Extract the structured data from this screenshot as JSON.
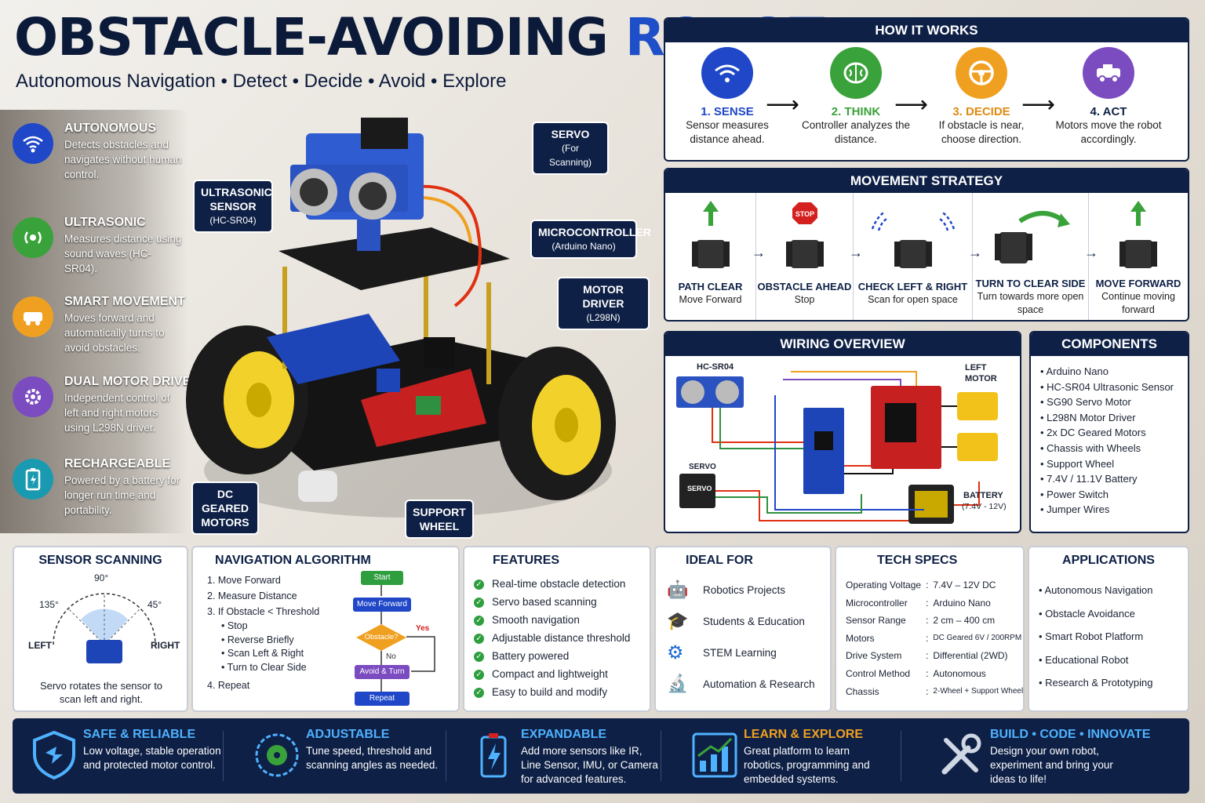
{
  "header": {
    "title_a": "OBSTACLE-AVOIDING ",
    "title_b": "ROBOT",
    "subtitle": "Autonomous Navigation • Detect • Decide • Avoid • Explore"
  },
  "features": [
    {
      "icon": "wifi-icon",
      "color": "#1f47c8",
      "title": "AUTONOMOUS",
      "desc": "Detects obstacles and navigates without human control."
    },
    {
      "icon": "ultrasonic-icon",
      "color": "#3aa23a",
      "title": "ULTRASONIC",
      "desc": "Measures distance using sound waves (HC-SR04)."
    },
    {
      "icon": "car-icon",
      "color": "#f0a020",
      "title": "SMART MOVEMENT",
      "desc": "Moves forward and automatically turns to avoid obstacles."
    },
    {
      "icon": "gears-icon",
      "color": "#7b4bc0",
      "title": "DUAL MOTOR DRIVE",
      "desc": "Independent control of left and right motors using L298N driver."
    },
    {
      "icon": "battery-icon",
      "color": "#1a9ab0",
      "title": "RECHARGEABLE",
      "desc": "Powered by a battery for longer run time and portability."
    }
  ],
  "callouts": {
    "servo": {
      "t": "SERVO",
      "s": "(For Scanning)"
    },
    "ultrasonic": {
      "t": "ULTRASONIC SENSOR",
      "s": "(HC-SR04)"
    },
    "micro": {
      "t": "MICROCONTROLLER",
      "s": "(Arduino Nano)"
    },
    "motor": {
      "t": "MOTOR DRIVER",
      "s": "(L298N)"
    },
    "dc": {
      "t": "DC GEARED MOTORS"
    },
    "support": {
      "t": "SUPPORT WHEEL"
    }
  },
  "how": {
    "title": "HOW IT WORKS",
    "steps": [
      {
        "t": "1. SENSE",
        "d": "Sensor measures distance ahead.",
        "color": "#1f47c8",
        "tc": "#1f47c8",
        "icon": "wifi-icon"
      },
      {
        "t": "2. THINK",
        "d": "Controller analyzes the distance.",
        "color": "#3aa23a",
        "tc": "#3aa23a",
        "icon": "brain-icon"
      },
      {
        "t": "3. DECIDE",
        "d": "If obstacle is near, choose direction.",
        "color": "#f0a020",
        "tc": "#e08a10",
        "icon": "steering-icon"
      },
      {
        "t": "4. ACT",
        "d": "Motors move the robot accordingly.",
        "color": "#7b4bc0",
        "tc": "#0e2046",
        "icon": "vehicle-icon"
      }
    ]
  },
  "movement": {
    "title": "MOVEMENT STRATEGY",
    "stop_sign": "STOP",
    "steps": [
      {
        "t": "PATH CLEAR",
        "d": "Move Forward"
      },
      {
        "t": "OBSTACLE AHEAD",
        "d": "Stop"
      },
      {
        "t": "CHECK LEFT & RIGHT",
        "d": "Scan for open space"
      },
      {
        "t": "TURN TO CLEAR SIDE",
        "d": "Turn towards more open space"
      },
      {
        "t": "MOVE FORWARD",
        "d": "Continue moving forward"
      }
    ]
  },
  "wiring": {
    "title": "WIRING OVERVIEW",
    "hcsr": "HC-SR04",
    "motor": "LEFT MOTOR",
    "servo": "SERVO",
    "servo_chip": "SERVO",
    "battery": "BATTERY",
    "battery_v": "(7.4V - 12V)"
  },
  "components": {
    "title": "COMPONENTS",
    "items": [
      "Arduino Nano",
      "HC-SR04 Ultrasonic Sensor",
      "SG90 Servo Motor",
      "L298N Motor Driver",
      "2x DC Geared Motors",
      "Chassis with Wheels",
      "Support Wheel",
      "7.4V / 11.1V Battery",
      "Power Switch",
      "Jumper Wires"
    ]
  },
  "scan": {
    "title": "SENSOR SCANNING",
    "a90": "90°",
    "a135": "135°",
    "a45": "45°",
    "left": "LEFT",
    "right": "RIGHT",
    "desc": "Servo rotates the sensor to scan left and right."
  },
  "algo": {
    "title": "NAVIGATION ALGORITHM",
    "steps": [
      "1.  Move Forward",
      "2.  Measure Distance",
      "3.  If Obstacle < Threshold"
    ],
    "sub": [
      "Stop",
      "Reverse Briefly",
      "Scan Left & Right",
      "Turn to Clear Side"
    ],
    "last": "4.  Repeat",
    "flow": {
      "start": "Start",
      "fwd": "Move Forward",
      "obs": "Obstacle?",
      "yes": "Yes",
      "no": "No",
      "avoid": "Avoid & Turn",
      "repeat": "Repeat"
    }
  },
  "features_list": {
    "title": "FEATURES",
    "items": [
      "Real-time obstacle detection",
      "Servo based scanning",
      "Smooth navigation",
      "Adjustable distance threshold",
      "Battery powered",
      "Compact and lightweight",
      "Easy to build and modify"
    ]
  },
  "ideal": {
    "title": "IDEAL FOR",
    "items": [
      {
        "icon": "robot-icon",
        "t": "Robotics Projects"
      },
      {
        "icon": "graduation-cap-icon",
        "t": "Students & Education"
      },
      {
        "icon": "gear-icon",
        "t": "STEM Learning"
      },
      {
        "icon": "microscope-icon",
        "t": "Automation & Research"
      }
    ]
  },
  "specs": {
    "title": "TECH SPECS",
    "rows": [
      [
        "Operating Voltage",
        ":",
        "7.4V – 12V DC"
      ],
      [
        "Microcontroller",
        ":",
        "Arduino Nano"
      ],
      [
        "Sensor Range",
        ":",
        "2 cm – 400 cm"
      ],
      [
        "Motors",
        ":",
        "DC Geared 6V / 200RPM"
      ],
      [
        "Drive System",
        ":",
        "Differential (2WD)"
      ],
      [
        "Control Method",
        ":",
        "Autonomous"
      ],
      [
        "Chassis",
        ":",
        "2-Wheel + Support Wheel"
      ]
    ]
  },
  "apps": {
    "title": "APPLICATIONS",
    "items": [
      "Autonomous Navigation",
      "Obstacle Avoidance",
      "Smart Robot Platform",
      "Educational Robot",
      "Research & Prototyping"
    ]
  },
  "bottom": [
    {
      "icon": "shield-icon",
      "t": "SAFE & RELIABLE",
      "d": "Low voltage, stable operation and protected motor control.",
      "tc": "#4fb2ff"
    },
    {
      "icon": "dial-icon",
      "t": "ADJUSTABLE",
      "d": "Tune speed, threshold and scanning angles as needed.",
      "tc": "#4fb2ff"
    },
    {
      "icon": "battery-bolt-icon",
      "t": "EXPANDABLE",
      "d": "Add more sensors like IR, Line Sensor, IMU, or Camera for advanced features.",
      "tc": "#4fb2ff"
    },
    {
      "icon": "growth-chart-icon",
      "t": "LEARN & EXPLORE",
      "d": "Great platform to learn robotics, programming and embedded systems.",
      "tc": "#f0a020"
    },
    {
      "icon": "tools-icon",
      "t": "BUILD • CODE • INNOVATE",
      "d": "Design your own robot, experiment and bring your ideas to life!",
      "tc": "#4fb2ff"
    }
  ]
}
